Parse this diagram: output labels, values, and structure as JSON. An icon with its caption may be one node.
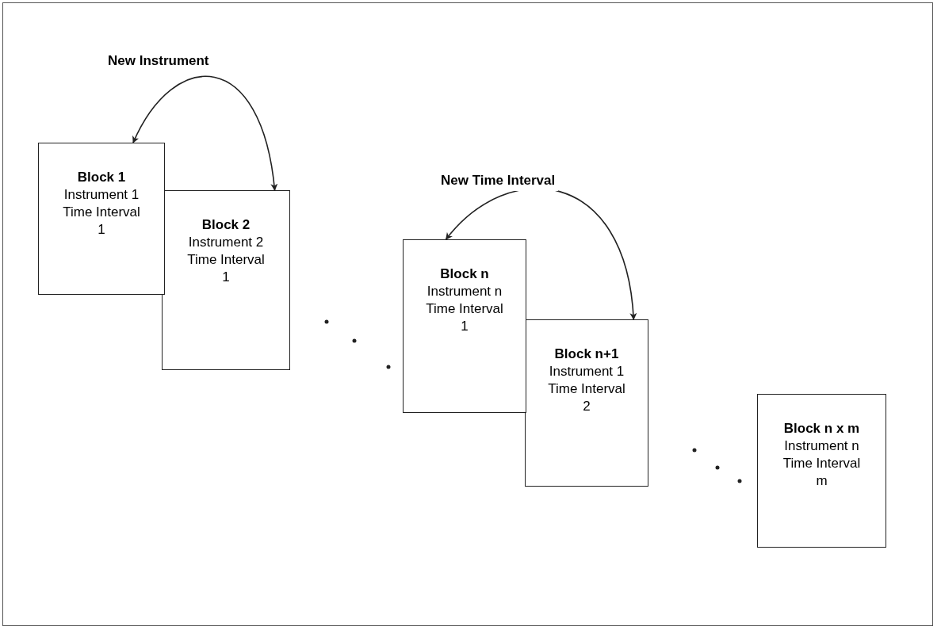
{
  "diagram": {
    "nodes": [
      {
        "text": [
          "Block 1",
          "Instrument 1 Time Interval 1"
        ]
      },
      {
        "text": [
          "Block 2",
          "Instrument 2 Time Interval 1"
        ]
      },
      {
        "text": [
          "Block n",
          "Instrument n Time Interval 1"
        ]
      },
      {
        "text": [
          "Block n+1",
          "Instrument 1 Time Interval 2"
        ]
      },
      {
        "text": [
          "Block n x m",
          "Instrument n Time Interval m"
        ]
      }
    ],
    "edges": [
      {
        "from": 0,
        "to": 1,
        "arrow": "both",
        "label": "New Instrument"
      },
      {
        "from": 2,
        "to": 3,
        "arrow": "both",
        "label": "New Time Interval"
      }
    ]
  }
}
